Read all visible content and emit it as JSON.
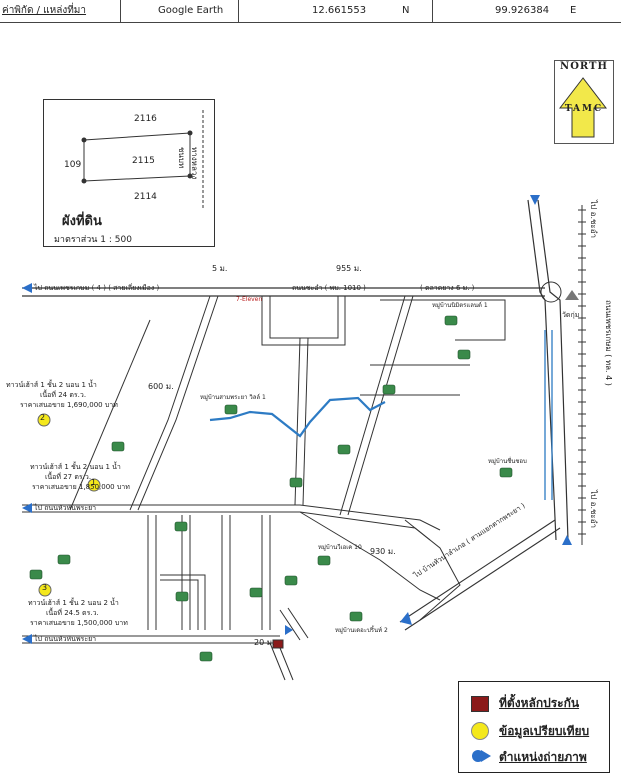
{
  "header": {
    "location_label": "ค่าพิกัด / แหล่งที่มา",
    "source": "Google Earth",
    "latitude": "12.661553",
    "lat_unit": "N",
    "longitude": "99.926384",
    "lon_unit": "E"
  },
  "north_arrow": {
    "north_label": "NORTH",
    "brand": "TAMC"
  },
  "inset_plot": {
    "title": "ผังที่ดิน",
    "scale": "มาตราส่วน 1 : 500",
    "parcel": "2115",
    "north_parcel": "2116",
    "south_parcel": "2114",
    "west_parcel": "109",
    "east_road": "ทางหลวงชนบท"
  },
  "map_labels": {
    "dist_5m": "5 ม.",
    "dist_955m": "955 ม.",
    "dist_600m": "600 ม.",
    "dist_930m": "930 ม.",
    "dist_20m": "20 ม.",
    "road_left_top": "ไป ถนนเพชรเกษม ( 4 ) ( สายเลี่ยงเมือง )",
    "road_main_top": "ถนนชะอำ ( พบ. 1010 )",
    "junction_6": "( ตลาดยาง 6 ม. )",
    "road_left_mid": "ไป ถนนหัวหินพระยา",
    "road_left_bottom": "ไป ถนนหัวหินพระยา",
    "road_bottom_right": "ไป บ้านหัวนาลำเภอ ( สามแยกตากพระยา )",
    "highway_right": "ไป อ.ชะอำ",
    "highway_name": "ถนนเพชรเกษม ( ทล. 4 )",
    "highway_down": "ไป อ.ชะอำ",
    "temple": "วัดกุ่ม",
    "shop": "7-Eleven",
    "comp1_title": "ทาวน์เฮ้าส์ 1 ชั้น 2 นอน 1 น้ำ",
    "comp1_area": "เนื้อที่ 24 ตร.ว.",
    "comp1_price": "ราคาเสนอขาย 1,690,000 บาท",
    "comp2_title": "ทาวน์เฮ้าส์ 1 ชั้น 2 นอน 1 น้ำ",
    "comp2_area": "เนื้อที่ 27 ตร.ว.",
    "comp2_price": "ราคาเสนอขาย 1,850,000 บาท",
    "comp3_title": "ทาวน์เฮ้าส์ 1 ชั้น 2 นอน 2 น้ำ",
    "comp3_area": "เนื้อที่ 24.5 ตร.ว.",
    "comp3_price": "ราคาเสนอขาย 1,500,000 บาท",
    "marker1": "1",
    "marker2": "2",
    "marker3": "3",
    "village_1": "หมู่บ้านสามพระยา วิลล์ 1",
    "village_2": "หมู่บ้านนิมิตรแลนด์ 1",
    "village_3": "หมู่บ้านวีเอเค 10",
    "village_4": "หมู่บ้านชื่นชอบ",
    "village_5": "หมู่บ้านเดอะปริ้นท์ 2"
  },
  "legend": {
    "collateral": "ที่ตั้งหลักประกัน",
    "comparables": "ข้อมูลเปรียบเทียบ",
    "photo": "ตำแหน่งถ่ายภาพ"
  },
  "colors": {
    "stream": "#2d7bc4",
    "arrow": "#2b6fc9",
    "marker": "#f4e81c",
    "collateral": "#8b1a1a",
    "north_fill": "#f2e84a"
  }
}
